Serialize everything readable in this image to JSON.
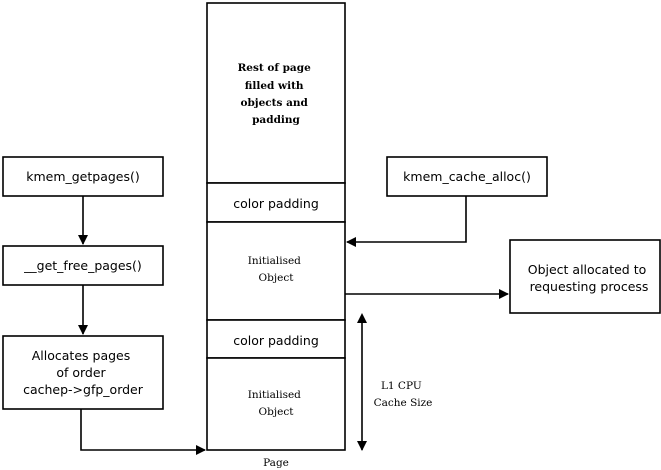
{
  "page": {
    "rest_text": [
      "Rest of page",
      "filled with",
      "objects and",
      "padding"
    ],
    "color_padding_1": "color padding",
    "object_1": [
      "Initialised",
      "Object"
    ],
    "color_padding_2": "color padding",
    "object_2": [
      "Initialised",
      "Object"
    ],
    "caption": "Page"
  },
  "left_flow": {
    "getpages": "kmem_getpages()",
    "get_free_pages": "__get_free_pages()",
    "allocates": [
      "Allocates pages",
      "of order",
      "cachep->gfp_order"
    ]
  },
  "cache_alloc": "kmem_cache_alloc()",
  "result": [
    "Object allocated to",
    "requesting process"
  ],
  "cache_size": [
    "L1 CPU",
    "Cache Size"
  ]
}
